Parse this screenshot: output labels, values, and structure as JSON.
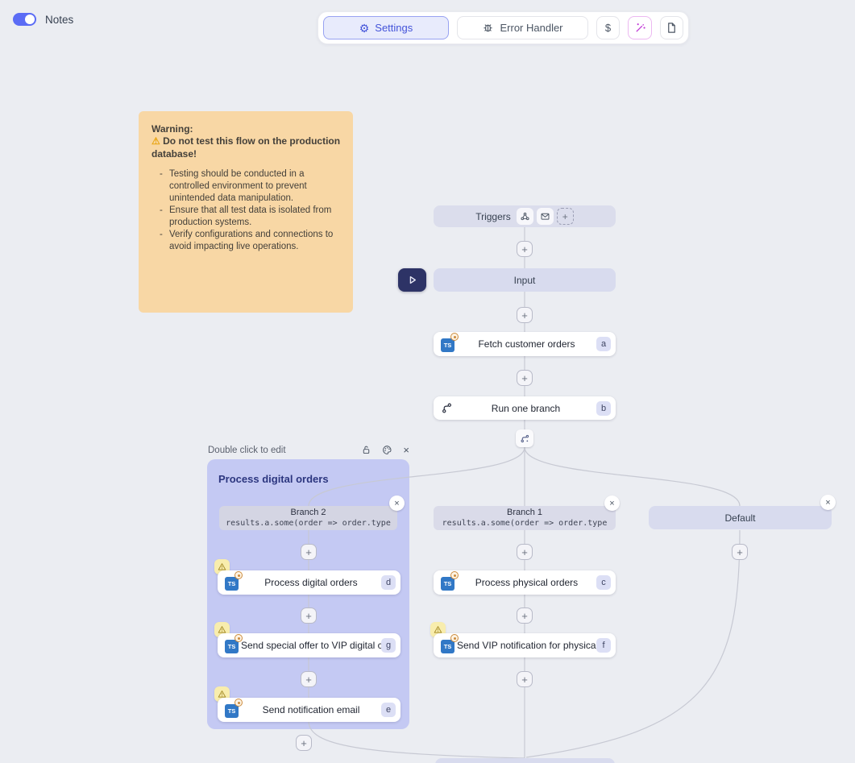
{
  "icons": {
    "plus": "+",
    "close": "×"
  },
  "topbar": {
    "notes_label": "Notes",
    "settings_label": "Settings",
    "gear_glyph": "⚙",
    "error_handler_label": "Error Handler",
    "dollar_label": "$"
  },
  "note": {
    "title": "Warning:",
    "alert_icon": "⚠",
    "alert": "Do not test this flow on the production database!",
    "bullets": [
      "Testing should be conducted in a controlled environment to prevent unintended data manipulation.",
      "Ensure that all test data is isolated from production systems.",
      "Verify configurations and connections to avoid impacting live operations."
    ]
  },
  "flow": {
    "ts_label": "TS",
    "triggers_label": "Triggers",
    "input_label": "Input",
    "fetch": {
      "label": "Fetch customer orders",
      "badge": "a"
    },
    "branch_node": {
      "label": "Run one branch",
      "badge": "b"
    },
    "group": {
      "hint": "Double click to edit",
      "title": "Process digital orders"
    },
    "branch2": {
      "name": "Branch 2",
      "condition": "results.a.some(order => order.type"
    },
    "branch1": {
      "name": "Branch 1",
      "condition": "results.a.some(order => order.type"
    },
    "default_branch": {
      "name": "Default"
    },
    "branch2_nodes": [
      {
        "label": "Process digital orders",
        "badge": "d"
      },
      {
        "label": "Send special offer to VIP digital c...",
        "badge": "g"
      },
      {
        "label": "Send notification email",
        "badge": "e"
      }
    ],
    "branch1_nodes": [
      {
        "label": "Process physical orders",
        "badge": "c"
      },
      {
        "label": "Send VIP notification for physical...",
        "badge": "f"
      }
    ]
  },
  "colors": {
    "accent": "#5b6cf5",
    "group_bg": "#c4c9f3",
    "note_bg": "#f8d7a5",
    "warning_chip_bg": "#f8edad",
    "node_lavender": "#d8dbee",
    "play_button_bg": "#2d3366",
    "wire": "#c7c9d3",
    "ts_blue": "#3178c6"
  }
}
